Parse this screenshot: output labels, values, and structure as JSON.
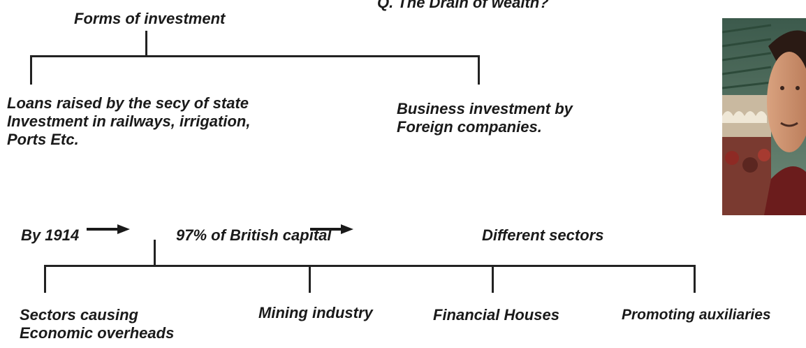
{
  "slide": {
    "question": "Q. The Drain of wealth?",
    "top_tree": {
      "root": "Forms of investment",
      "left_branch": "Loans raised by the secy of state\nInvestment in railways, irrigation,\nPorts Etc.",
      "right_branch": "Business investment by\nForeign companies."
    },
    "middle_row": {
      "year": "By 1914",
      "share": "97% of British capital",
      "target": "Different sectors"
    },
    "bottom_tree": {
      "branches": [
        "Sectors causing\nEconomic overheads",
        "Mining industry",
        "Financial Houses",
        "Promoting auxiliaries"
      ]
    },
    "colors": {
      "text": "#1a1a1a",
      "lines": "#222222",
      "background": "#ffffff"
    }
  }
}
